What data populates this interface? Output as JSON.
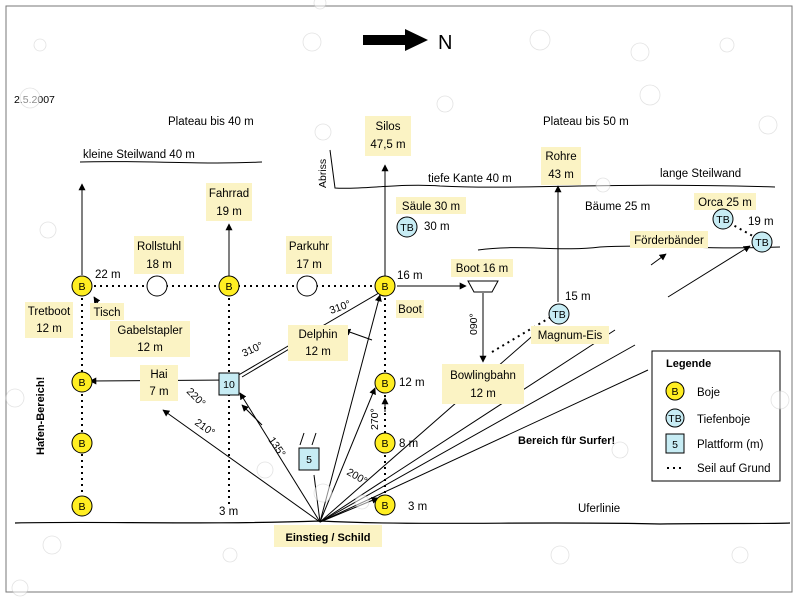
{
  "north_label": "N",
  "date": "2.5.2007",
  "regions": {
    "plateau_40": "Plateau bis 40 m",
    "plateau_50": "Plateau bis 50 m",
    "kleine_steilwand": "kleine Steilwand 40 m",
    "tiefe_kante": "tiefe Kante 40 m",
    "lange_steilwand": "lange Steilwand",
    "baeume": "Bäume 25 m",
    "abriss": "Abriss",
    "hafen": "Hafen-Bereich!",
    "surfer": "Bereich für Surfer!",
    "uferlinie": "Uferlinie"
  },
  "entry_label": "Einstieg / Schild",
  "objects": {
    "silos": [
      "Silos",
      "47,5 m"
    ],
    "fahrrad": [
      "Fahrrad",
      "19 m"
    ],
    "rollstuhl": [
      "Rollstuhl",
      "18 m"
    ],
    "parkuhr": [
      "Parkuhr",
      "17 m"
    ],
    "saeule": "Säule 30 m",
    "rohre": [
      "Rohre",
      "43 m"
    ],
    "orca": "Orca 25 m",
    "foerderbaender": "Förderbänder",
    "boot16": "Boot 16 m",
    "boot": "Boot",
    "tretboot": [
      "Tretboot",
      "12 m"
    ],
    "tisch": "Tisch",
    "gabelstapler": [
      "Gabelstapler",
      "12 m"
    ],
    "hai": [
      "Hai",
      "7 m"
    ],
    "delphin": [
      "Delphin",
      "12 m"
    ],
    "bowlingbahn": [
      "Bowlingbahn",
      "12 m"
    ],
    "magnum": "Magnum-Eis"
  },
  "depths": {
    "d22": "22 m",
    "d16": "16 m",
    "d15": "15 m",
    "d30": "30 m",
    "d19": "19 m",
    "d12": "12 m",
    "d8": "8 m",
    "d3a": "3 m",
    "d3b": "3 m"
  },
  "angles": {
    "a310a": "310°",
    "a310b": "310°",
    "a220": "220°",
    "a210": "210°",
    "a135": "135°",
    "a200": "200°",
    "a270": "270°",
    "a090": "090°"
  },
  "buoy_letter": "B",
  "tb_letter": "TB",
  "platforms": [
    "10",
    "5"
  ],
  "legend": {
    "title": "Legende",
    "items": [
      {
        "symbol": "B",
        "label": "Boje"
      },
      {
        "symbol": "TB",
        "label": "Tiefenboje"
      },
      {
        "symbol": "5",
        "label": "Plattform (m)"
      },
      {
        "symbol": "...",
        "label": "Seil auf Grund"
      }
    ]
  },
  "colors": {
    "buoy": "#ffee22",
    "depth_buoy": "#c7ecf4",
    "label_bg": "#fbf3c4"
  }
}
